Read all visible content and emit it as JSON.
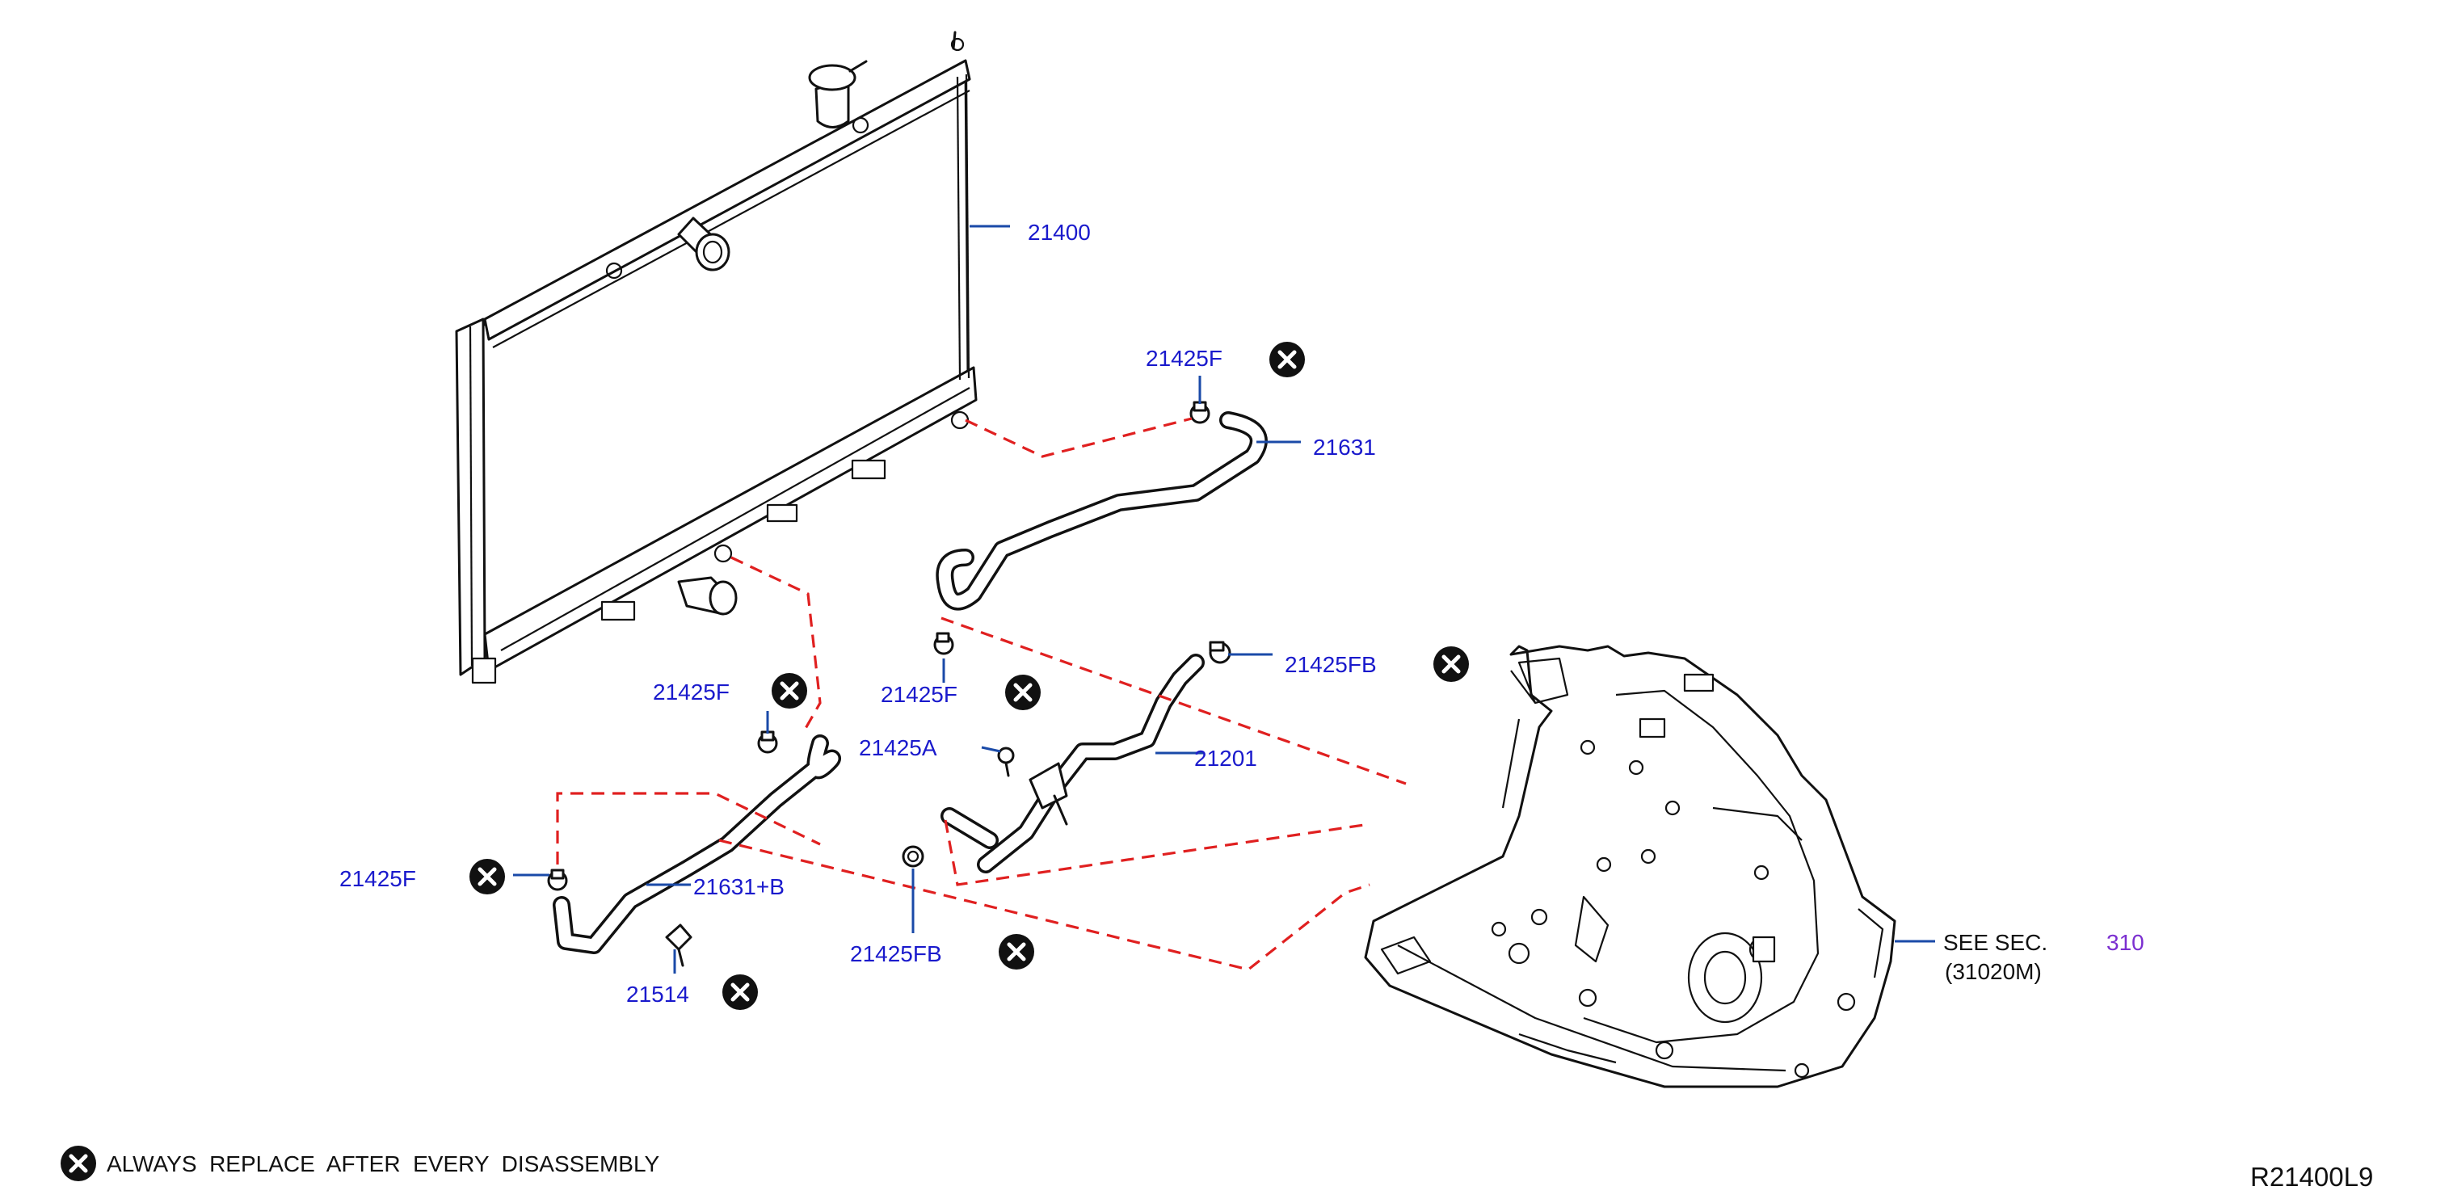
{
  "diagram_code": "R21400L9",
  "legend": {
    "text": "ALWAYS  REPLACE  AFTER  EVERY  DISASSEMBLY",
    "icon": "x-circle-icon"
  },
  "parts": {
    "radiator": "21400",
    "hose_upper": "21631",
    "hose_lower": "21631+B",
    "hose_21201": "21201",
    "clamp_f_top": "21425F",
    "clamp_f_mid": "21425F",
    "clamp_f_left_upper": "21425F",
    "clamp_f_left": "21425F",
    "clamp_fb_right": "21425FB",
    "clamp_fb_bottom": "21425FB",
    "clamp_a": "21425A",
    "clip": "21514"
  },
  "see_section": {
    "line1": "SEE  SEC.",
    "line2": "(31020M)",
    "sec_number": "310"
  },
  "colors": {
    "part_label": "#1a1acc",
    "dashed_connector": "#e02020",
    "leader": "#1a4aa8",
    "sec_number": "#7b2fd0"
  }
}
